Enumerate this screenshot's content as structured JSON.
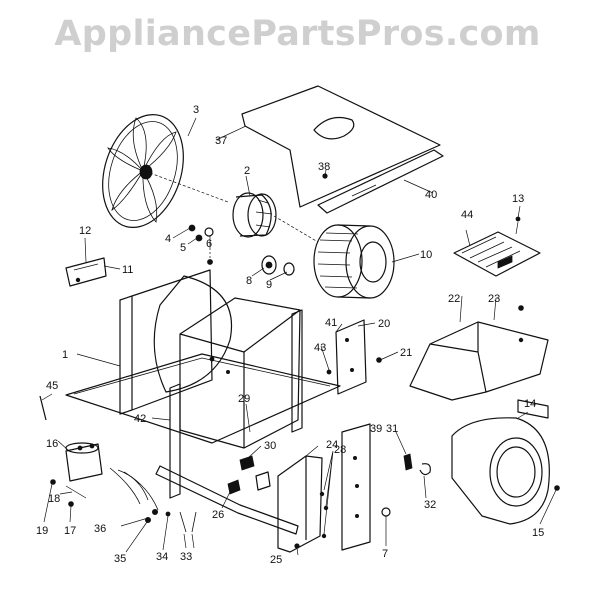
{
  "watermark": "AppliancePartsPros.com",
  "callouts": [
    "1",
    "2",
    "3",
    "4",
    "5",
    "6",
    "7",
    "8",
    "9",
    "10",
    "11",
    "12",
    "13",
    "14",
    "15",
    "16",
    "17",
    "18",
    "19",
    "20",
    "21",
    "22",
    "23",
    "24",
    "25",
    "26",
    "28",
    "29",
    "30",
    "31",
    "32",
    "33",
    "34",
    "35",
    "36",
    "37",
    "38",
    "39",
    "40",
    "41",
    "42",
    "43",
    "44",
    "45"
  ]
}
